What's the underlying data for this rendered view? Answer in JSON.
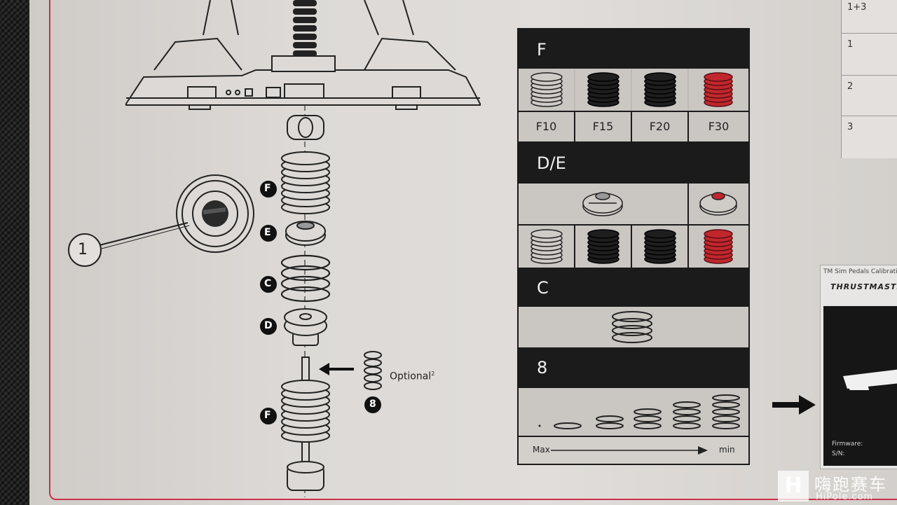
{
  "callout_number": "1",
  "part_labels": {
    "f_top": "F",
    "e": "E",
    "c": "C",
    "d": "D",
    "f_bottom": "F",
    "eight": "8"
  },
  "optional_label": "Optional",
  "optional_superscript": "2",
  "panel": {
    "sections": {
      "f": "F",
      "de": "D/E",
      "c": "C",
      "eight": "8"
    },
    "spring_labels": [
      "F10",
      "F15",
      "F20",
      "F30"
    ],
    "max_label": "Max",
    "min_label": "min"
  },
  "right_table": [
    "1+3",
    "1",
    "2",
    "3"
  ],
  "app_window": {
    "title": "TM Sim Pedals Calibration",
    "brand": "THRUSTMASTER",
    "firmware_label": "Firmware:",
    "sn_label": "S/N:"
  },
  "watermark": {
    "logo": "H",
    "cn": "嗨跑赛车",
    "url": "HiPole.com"
  },
  "colors": {
    "red_spring": "#c0272d",
    "dark_spring": "#1e1e1e",
    "frame_red": "#c9324a"
  }
}
